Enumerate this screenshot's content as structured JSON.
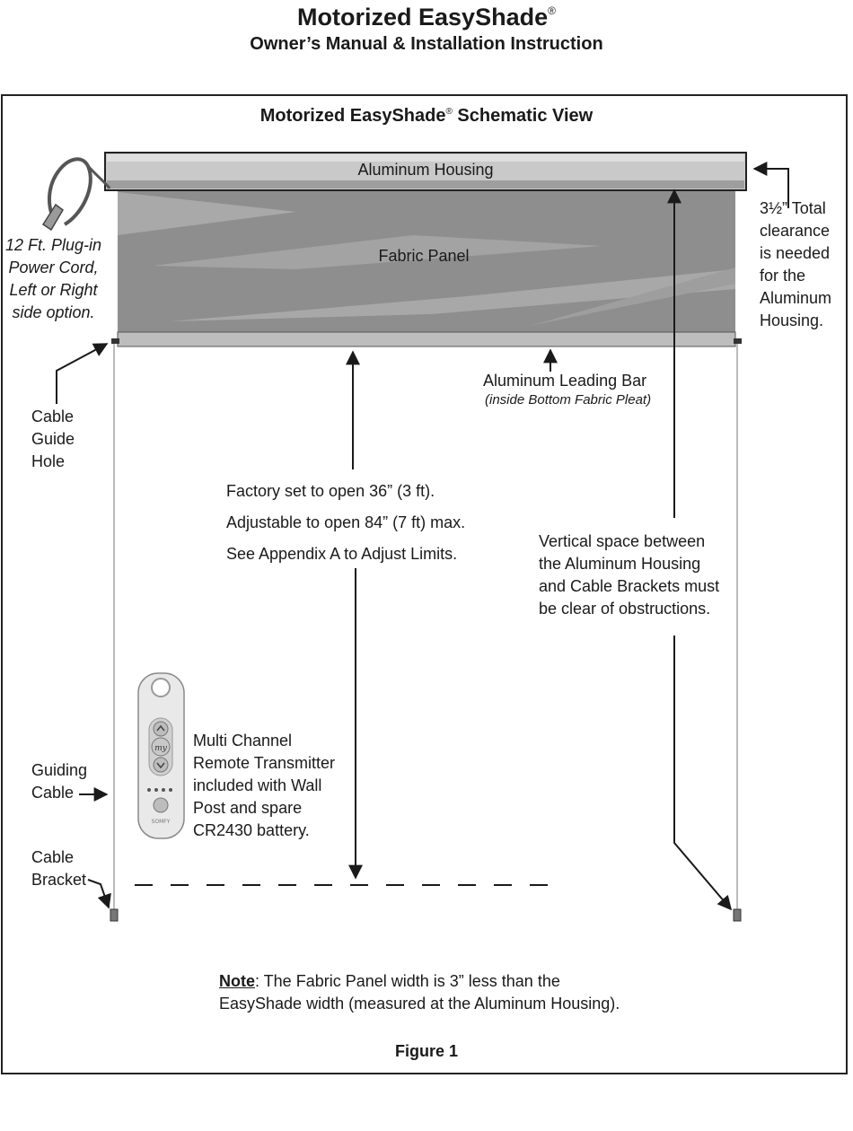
{
  "header": {
    "title": "Motorized EasyShade",
    "title_mark": "®",
    "subtitle": "Owner’s Manual & Installation Instruction"
  },
  "schematic": {
    "title": "Motorized EasyShade",
    "title_mark": "®",
    "title_suffix": " Schematic View"
  },
  "labels": {
    "housing": "Aluminum Housing",
    "fabric": "Fabric Panel",
    "power_cord": [
      "12 Ft. Plug-in",
      "Power Cord,",
      "Left or Right",
      "side option."
    ],
    "clearance": [
      "3½” Total",
      "clearance",
      "is needed",
      "for the",
      "Aluminum",
      "Housing."
    ],
    "leading_bar": "Aluminum Leading Bar",
    "leading_bar_note": "(inside Bottom Fabric Pleat)",
    "cable_guide_hole": [
      "Cable",
      "Guide",
      "Hole"
    ],
    "factory": [
      "Factory set to open 36” (3 ft).",
      "Adjustable to open 84” (7 ft) max.",
      "See Appendix A to Adjust Limits."
    ],
    "vertical_space": [
      "Vertical space between",
      "the Aluminum Housing",
      "and Cable Brackets must",
      "be clear of obstructions."
    ],
    "remote": [
      "Multi Channel",
      "Remote Transmitter",
      "included with Wall",
      "Post and spare",
      "CR2430 battery."
    ],
    "remote_my": "my",
    "remote_brand": "SOMFY",
    "guiding_cable": [
      "Guiding",
      "Cable"
    ],
    "cable_bracket": [
      "Cable",
      "Bracket"
    ]
  },
  "note": {
    "label": "Note",
    "text_1": ": The Fabric Panel width is 3” less than the",
    "text_2": "EasyShade width (measured at the Aluminum Housing)."
  },
  "figure": "Figure 1",
  "colors": {
    "housing": "#c9c9c9",
    "fabric": "#8c8c8c",
    "fabric_highlight": "#a6a6a6",
    "line": "#1a1a1a"
  }
}
